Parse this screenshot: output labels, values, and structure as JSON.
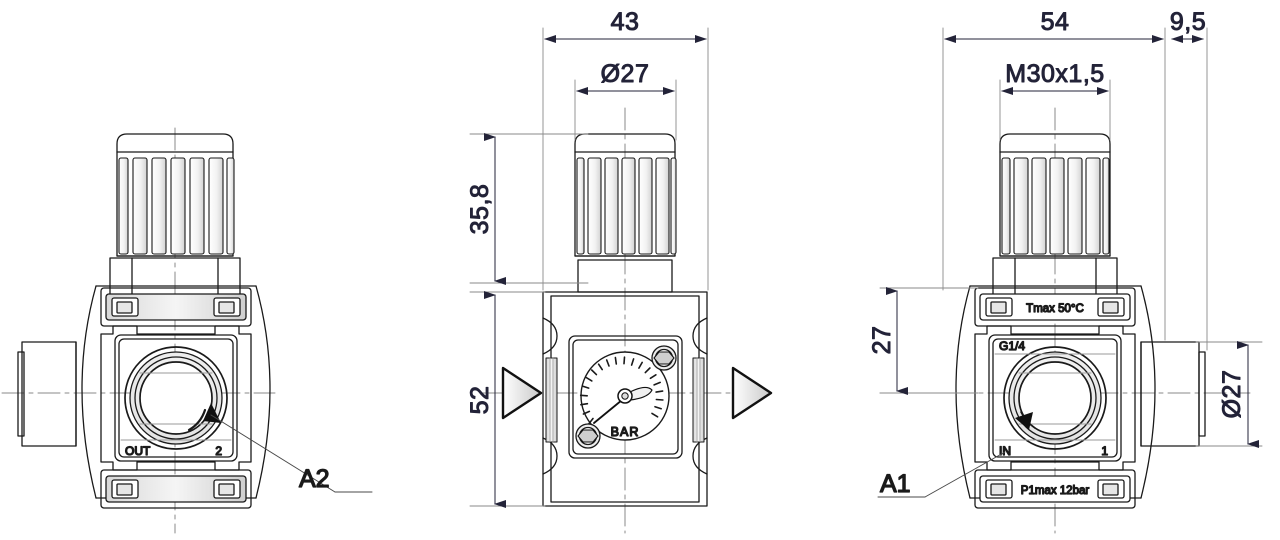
{
  "drawing": {
    "title": "Pressure regulator dimensional drawing",
    "type": "three-view orthographic technical drawing",
    "line_color": "#1a1a1a",
    "dim_color": "#232338",
    "centerline_color": "#8a8a8a",
    "shade_color": "#b9b9b9",
    "background": "#ffffff"
  },
  "views": {
    "left": {
      "name": "rear-view",
      "labels": {
        "port_name": "OUT",
        "port_number": "2",
        "leader": "A2"
      }
    },
    "middle": {
      "name": "front-view",
      "labels": {
        "gauge_unit": "BAR"
      },
      "dimensions": {
        "overall_width": "43",
        "knob_diameter": "Ø27",
        "knob_height": "35,8",
        "body_height": "52"
      }
    },
    "right": {
      "name": "side-view",
      "labels": {
        "thread_plate": "Tmax 50°C",
        "pressure_plate": "P1max 12bar",
        "port_thread": "G1/4",
        "port_name": "IN",
        "port_number": "1",
        "leader": "A1"
      },
      "dimensions": {
        "overall_depth": "54",
        "port_projection": "9,5",
        "knob_thread": "M30x1,5",
        "port_height": "27",
        "port_diameter": "Ø27"
      }
    }
  },
  "dimension_list": [
    {
      "value": "43",
      "orientation": "horizontal",
      "view": "middle"
    },
    {
      "value": "Ø27",
      "orientation": "horizontal",
      "view": "middle"
    },
    {
      "value": "35,8",
      "orientation": "vertical",
      "view": "middle"
    },
    {
      "value": "52",
      "orientation": "vertical",
      "view": "middle"
    },
    {
      "value": "54",
      "orientation": "horizontal",
      "view": "right"
    },
    {
      "value": "9,5",
      "orientation": "horizontal",
      "view": "right"
    },
    {
      "value": "M30x1,5",
      "orientation": "horizontal",
      "view": "right"
    },
    {
      "value": "27",
      "orientation": "vertical",
      "view": "right"
    },
    {
      "value": "Ø27",
      "orientation": "vertical",
      "view": "right"
    }
  ]
}
